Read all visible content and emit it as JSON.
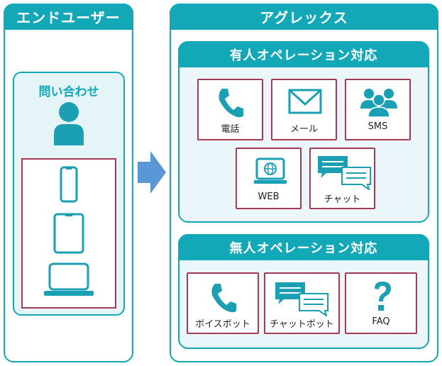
{
  "end_user": {
    "title": "エンドユーザー",
    "inquiry_label": "問い合わせ",
    "devices": [
      "smartphone-icon",
      "tablet-icon",
      "laptop-icon"
    ]
  },
  "company": {
    "title": "アグレックス",
    "staffed": {
      "title": "有人オペレーション対応",
      "channels": [
        "電話",
        "メール",
        "SMS",
        "WEB",
        "チャット"
      ]
    },
    "unstaffed": {
      "title": "無人オペレーション対応",
      "channels": [
        "ボイスボット",
        "チャットボット",
        "FAQ"
      ]
    }
  },
  "colors": {
    "accent": "#12a8b8",
    "icon": "#1a9fb3",
    "card_border": "#a53a54",
    "panel_fill": "#eaf6fa",
    "arrow": "#5b97d6"
  }
}
